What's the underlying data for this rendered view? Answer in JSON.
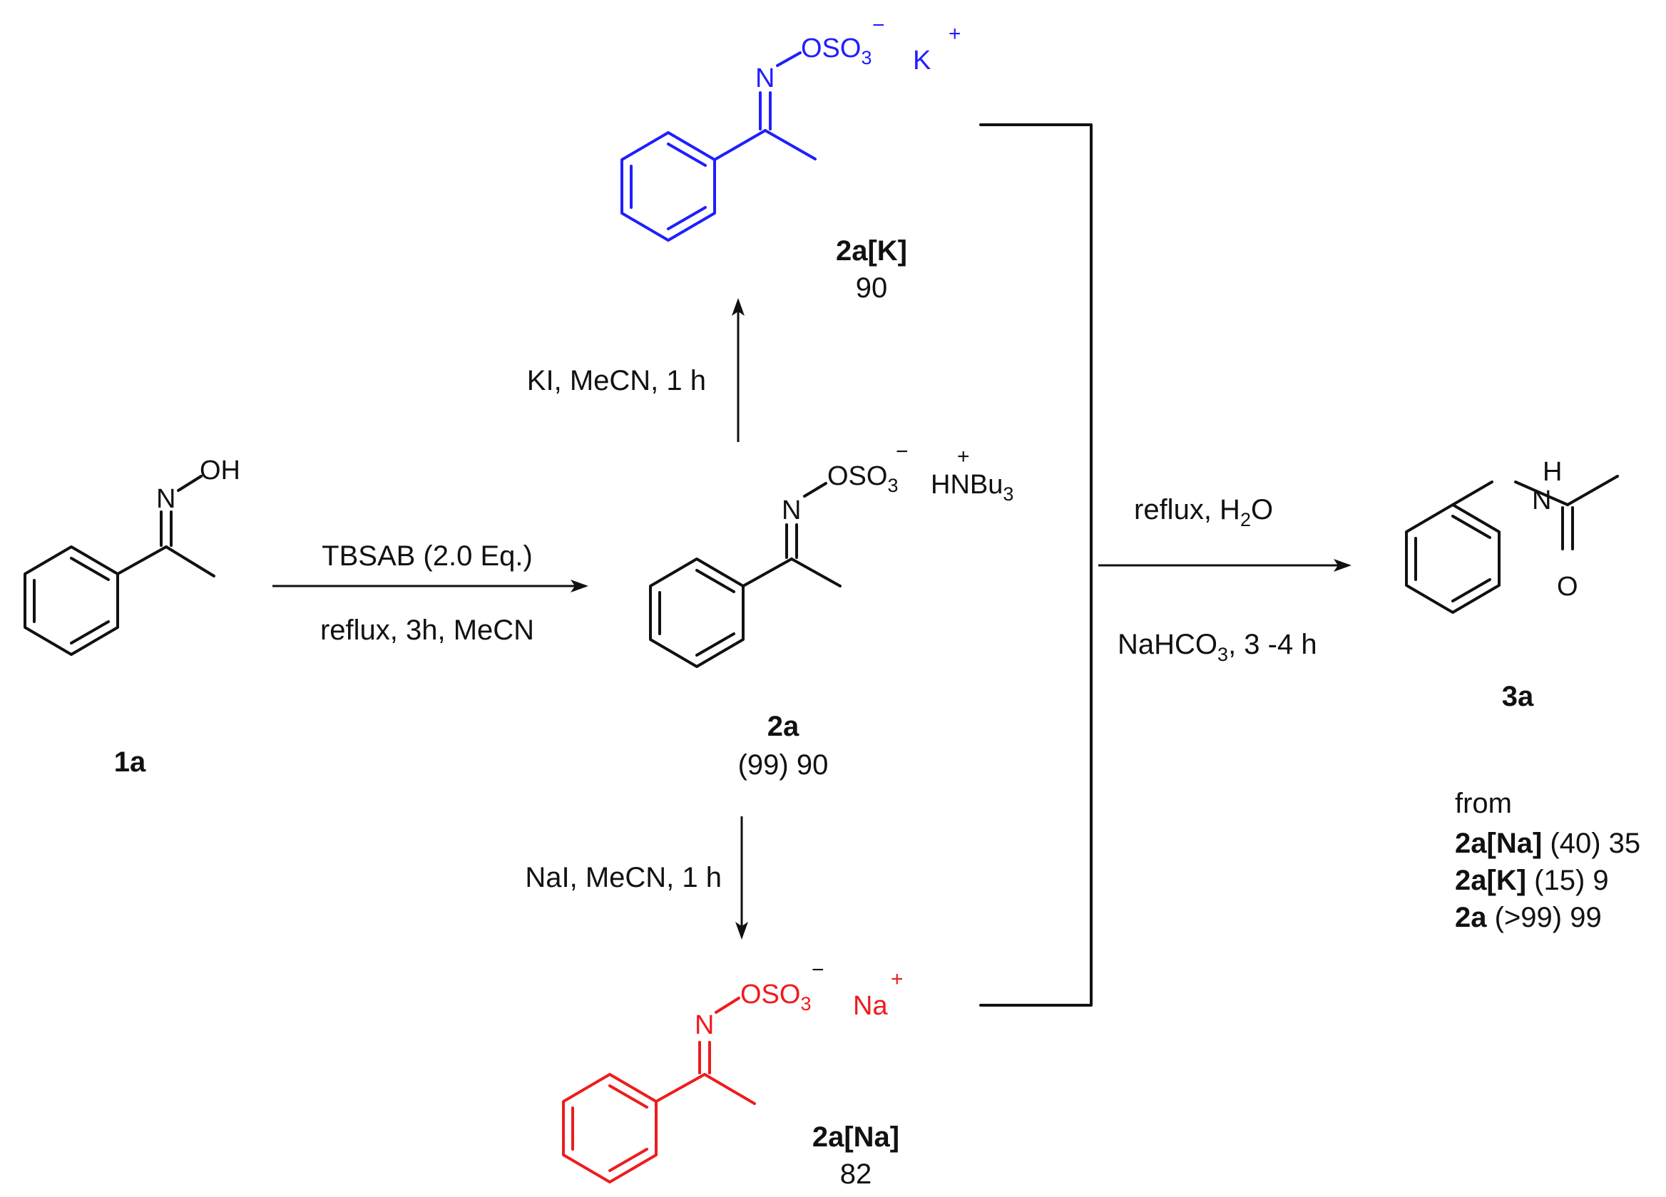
{
  "colors": {
    "black": "#111111",
    "blue": "#1f1fff",
    "red": "#ee1c1c"
  },
  "atoms": {
    "n": "N",
    "o": "O",
    "h": "H",
    "oh": "OH",
    "oso": "OSO",
    "sub3": "3",
    "minus": "−",
    "plus": "+",
    "k": "K",
    "na": "Na",
    "hnbu": "HNBu"
  },
  "compounds": {
    "c1a": {
      "label": "1a"
    },
    "c2a": {
      "label": "2a",
      "yield_paren": "(99)",
      "yield": "90"
    },
    "c2aK": {
      "label": "2a[K]",
      "yield": "90"
    },
    "c2aNa": {
      "label": "2a[Na]",
      "yield": "82"
    },
    "c3a": {
      "label": "3a"
    }
  },
  "conditions": {
    "tbsab_top": "TBSAB (2.0 Eq.)",
    "tbsab_bottom": "reflux, 3h, MeCN",
    "ki": "KI, MeCN, 1 h",
    "nai": "NaI, MeCN, 1 h",
    "hydrolysis_top_a": "reflux, H",
    "hydrolysis_top_sub": "2",
    "hydrolysis_top_b": "O",
    "hydrolysis_bottom_a": "NaHCO",
    "hydrolysis_bottom_sub": "3",
    "hydrolysis_bottom_b": ", 3 -4 h"
  },
  "results": {
    "from": "from",
    "rows": [
      {
        "compound": "2a[Na]",
        "values": "(40) 35"
      },
      {
        "compound": "2a[K]",
        "values": "(15) 9"
      },
      {
        "compound": "2a",
        "values": "(>99) 99"
      }
    ]
  }
}
